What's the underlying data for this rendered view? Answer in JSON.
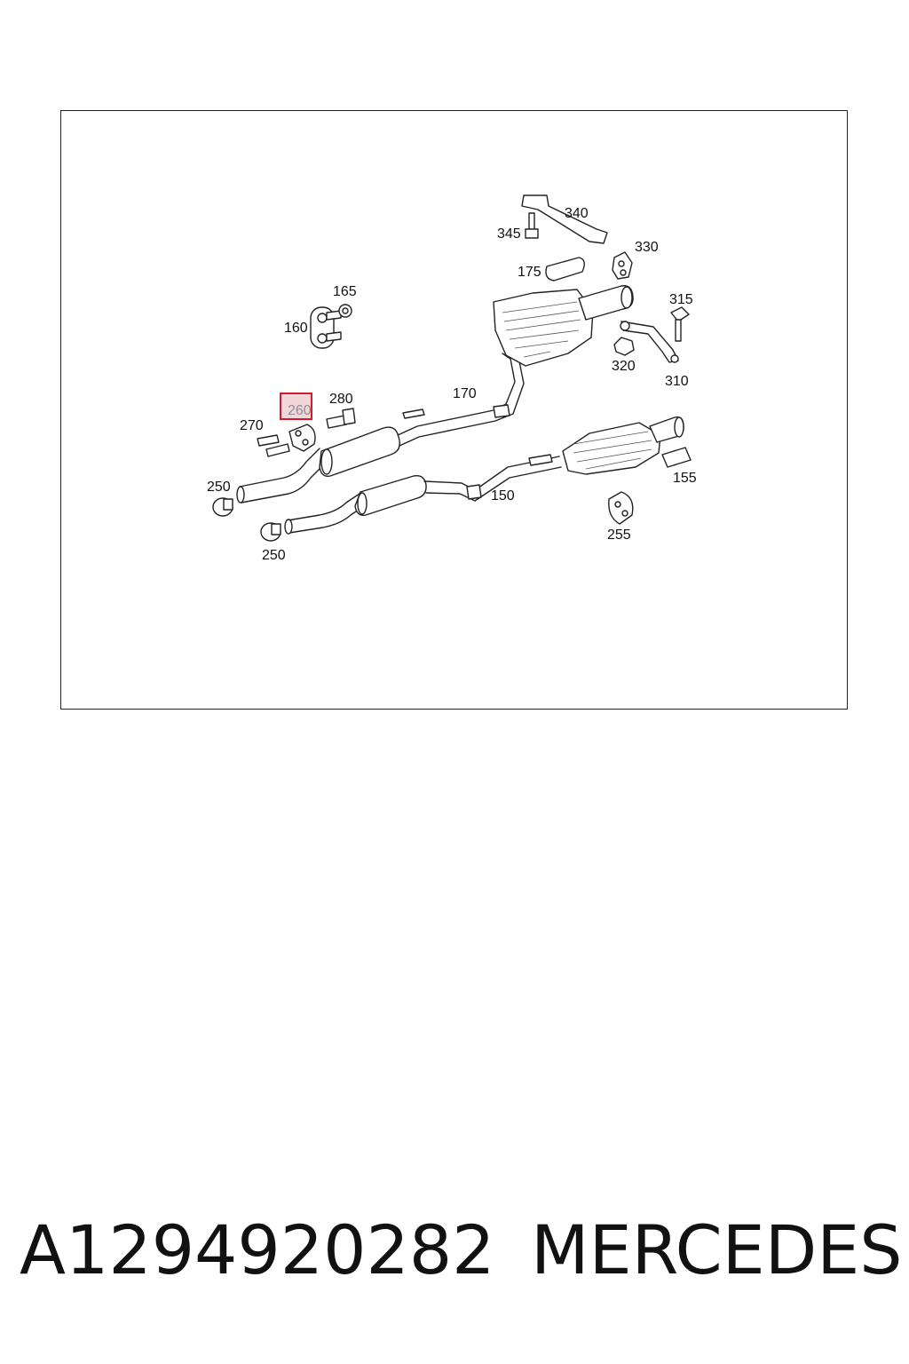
{
  "diagram": {
    "highlighted_part": "260",
    "callouts": {
      "c340": "340",
      "c345": "345",
      "c330": "330",
      "c175": "175",
      "c165": "165",
      "c160": "160",
      "c315": "315",
      "c320": "320",
      "c310": "310",
      "c280": "280",
      "c170": "170",
      "c270": "270",
      "c250a": "250",
      "c150": "150",
      "c155": "155",
      "c255": "255",
      "c250b": "250"
    }
  },
  "footer": {
    "part_number": "A1294920282",
    "brand": "MERCEDES"
  }
}
